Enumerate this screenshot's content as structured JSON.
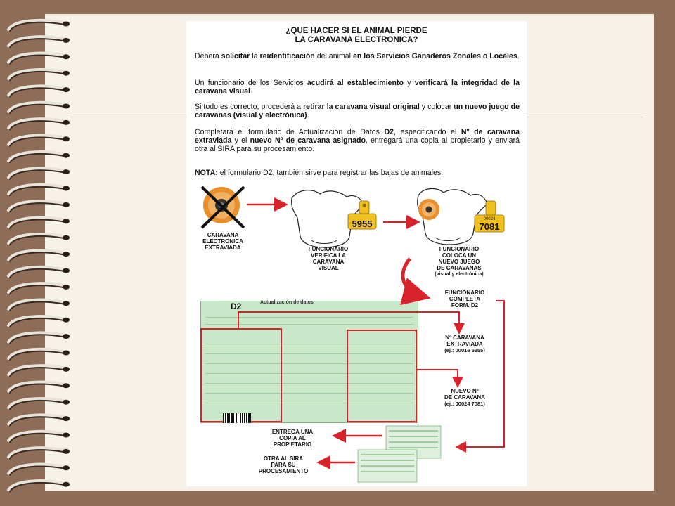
{
  "document": {
    "title_line1": "¿QUE HACER SI EL ANIMAL PIERDE",
    "title_line2": "LA CARAVANA ELECTRONICA?",
    "p1": {
      "a": "Deberá ",
      "b": "solicitar",
      "c": " la ",
      "d": "reidentificación",
      "e": " del animal ",
      "f": "en los Servicios Ganaderos Zonales o Locales",
      "g": "."
    },
    "p2": {
      "a": "Un funcionario de los Servicios ",
      "b": "acudirá al establecimiento",
      "c": " y ",
      "d": "verificará la integridad de la caravana visual",
      "e": "."
    },
    "p3": {
      "a": "Si todo es correcto, procederá a ",
      "b": "retirar la caravana visual original",
      "c": " y colocar ",
      "d": "un nuevo juego de caravanas (visual y electrónica)",
      "e": "."
    },
    "p4": {
      "a": "Completará el formulario de Actualización de Datos ",
      "b": "D2",
      "c": ", especificando el ",
      "d": "Nº de caravana extraviada",
      "e": " y el ",
      "f": "nuevo Nº de caravana asignado",
      "g": ", entregará una copia al propietario y enviará otra al SIRA para su procesamiento."
    },
    "nota": {
      "label": "NOTA:",
      "text": " el formulario D2, también sirve para registrar las bajas de animales."
    }
  },
  "diagram": {
    "tag_number_old": "5955",
    "tag_number_new": "7081",
    "tag_small_new": "00024",
    "label_extraviada": [
      "CARAVANA",
      "ELECTRONICA",
      "EXTRAVIADA"
    ],
    "label_verifica": [
      "FUNCIONARIO",
      "VERIFICA LA",
      "CARAVANA",
      "VISUAL"
    ],
    "label_coloca": [
      "FUNCIONARIO",
      "COLOCA UN",
      "NUEVO JUEGO",
      "DE CARAVANAS",
      "(visual y electrónica)"
    ],
    "label_completa": [
      "FUNCIONARIO",
      "COMPLETA",
      "FORM. D2"
    ],
    "label_nro_extraviada": [
      "Nº CARAVANA",
      "EXTRAVIADA",
      "(ej.: 00016 5955)"
    ],
    "label_nuevo_nro": [
      "NUEVO Nº",
      "DE CARAVANA",
      "(ej.: 00024 7081)"
    ],
    "label_entrega": [
      "ENTREGA UNA",
      "COPIA AL",
      "PROPIETARIO"
    ],
    "label_sira": [
      "OTRA AL SIRA",
      "PARA SU",
      "PROCESAMIENTO"
    ],
    "form_code": "D2",
    "form_header": "Actualización de datos"
  },
  "colors": {
    "frame": "#8d6d58",
    "page": "#f6f2ea",
    "arrow_red": "#d8232a",
    "tag_orange": "#e8902e",
    "tag_yellow": "#f0c020",
    "form_green": "#c9e8c9"
  },
  "icons": [
    "spiral-binding-icon",
    "cow-head-icon",
    "ear-tag-icon",
    "cross-icon",
    "arrow-icon"
  ]
}
